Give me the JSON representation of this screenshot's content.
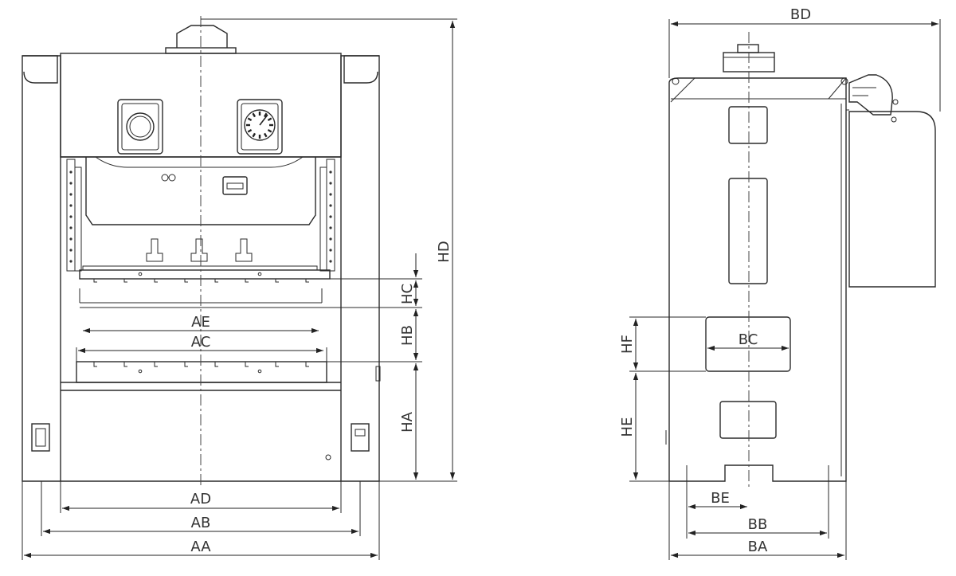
{
  "front_view": {
    "labels": {
      "AE": "AE",
      "AC": "AC",
      "AD": "AD",
      "AB": "AB",
      "AA": "AA",
      "HC": "HC",
      "HB": "HB",
      "HA": "HA",
      "HD": "HD"
    }
  },
  "side_view": {
    "labels": {
      "BD": "BD",
      "BC": "BC",
      "HF": "HF",
      "HE": "HE",
      "BE": "BE",
      "BB": "BB",
      "BA": "BA"
    }
  }
}
